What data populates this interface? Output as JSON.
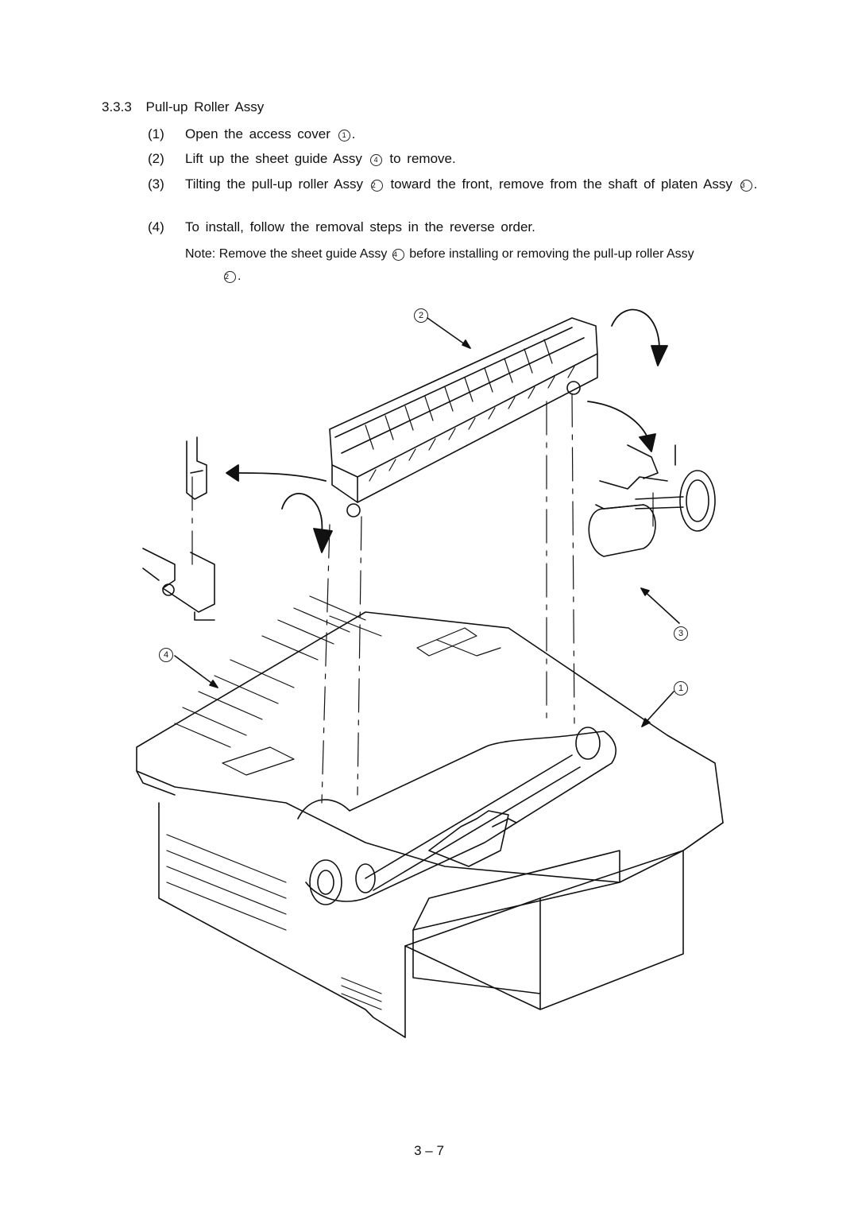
{
  "section": {
    "number": "3.3.3",
    "title": "Pull-up Roller Assy"
  },
  "steps": [
    {
      "number": "(1)",
      "before": "Open the access cover",
      "ref": "1",
      "after": "."
    },
    {
      "number": "(2)",
      "before": "Lift up the sheet guide Assy",
      "ref": "4",
      "after": "to remove."
    },
    {
      "number": "(3)",
      "before": "Tilting the pull-up roller Assy",
      "ref": "2",
      "after": "toward the front, remove from the shaft of platen Assy",
      "ref2": "3",
      "after2": "."
    },
    {
      "number": "(4)",
      "text": "To install, follow the removal steps in the reverse order."
    }
  ],
  "note": {
    "before": "Note: Remove the sheet guide Assy",
    "ref": "4",
    "middle": "before installing or removing the pull-up roller Assy",
    "ref2": "2",
    "after": "."
  },
  "figure": {
    "callouts": [
      {
        "id": "callout-2",
        "label": "2"
      },
      {
        "id": "callout-3",
        "label": "3"
      },
      {
        "id": "callout-4",
        "label": "4"
      },
      {
        "id": "callout-1",
        "label": "1"
      }
    ]
  },
  "page_number": "3 – 7"
}
